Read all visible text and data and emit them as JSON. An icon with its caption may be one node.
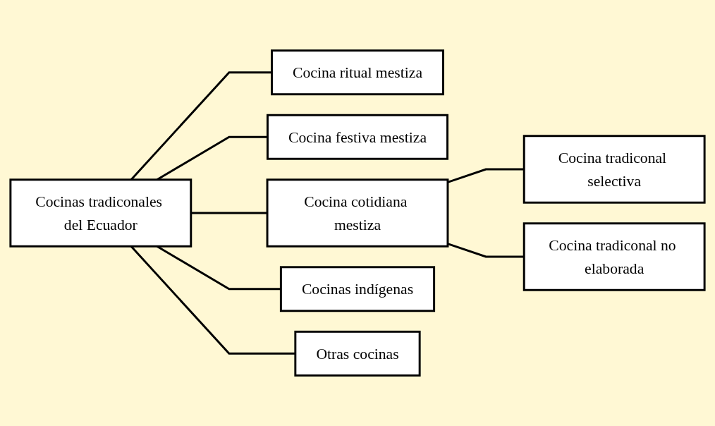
{
  "diagram": {
    "nodes": [
      {
        "text": [
          "Cocinas tradiconales del Ecuador"
        ]
      },
      {
        "text": [
          "Cocina ritual mestiza"
        ]
      },
      {
        "text": [
          "Cocina festiva mestiza"
        ]
      },
      {
        "text": [
          "Cocina cotidiana mestiza"
        ]
      },
      {
        "text": [
          "Cocinas indígenas"
        ]
      },
      {
        "text": [
          "Otras cocinas"
        ]
      },
      {
        "text": [
          "Cocina tradiconal selectiva"
        ]
      },
      {
        "text": [
          "Cocina tradiconal no elaborada"
        ]
      }
    ],
    "edges": [
      {
        "from": 0,
        "to": 1,
        "arrow": "none"
      },
      {
        "from": 0,
        "to": 2,
        "arrow": "none"
      },
      {
        "from": 0,
        "to": 3,
        "arrow": "none"
      },
      {
        "from": 0,
        "to": 4,
        "arrow": "none"
      },
      {
        "from": 0,
        "to": 5,
        "arrow": "none"
      },
      {
        "from": 3,
        "to": 6,
        "arrow": "none"
      },
      {
        "from": 3,
        "to": 7,
        "arrow": "none"
      }
    ]
  }
}
